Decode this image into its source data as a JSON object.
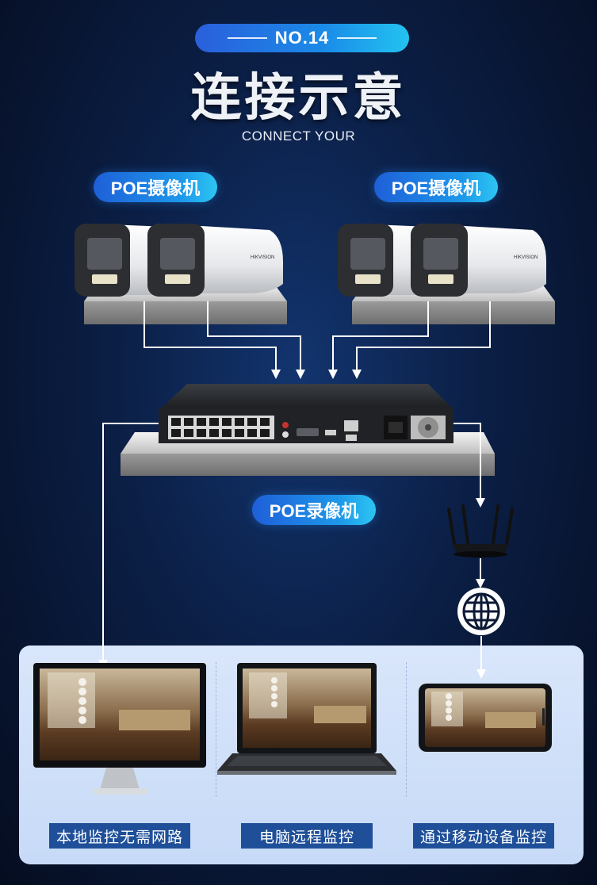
{
  "header": {
    "badge": "NO.14",
    "title": "连接示意",
    "subtitle": "CONNECT YOUR"
  },
  "labels": {
    "camera_left": "POE摄像机",
    "camera_right": "POE摄像机",
    "recorder": "POE录像机"
  },
  "camera_brand": "HIKVISION",
  "devices": [
    {
      "caption": "本地监控无需网路"
    },
    {
      "caption": "电脑远程监控"
    },
    {
      "caption": "通过移动设备监控"
    }
  ],
  "colors": {
    "accent": "#1d97ea",
    "caption_bg": "#1f4f99",
    "panel_bg": "#d3e3fa"
  }
}
